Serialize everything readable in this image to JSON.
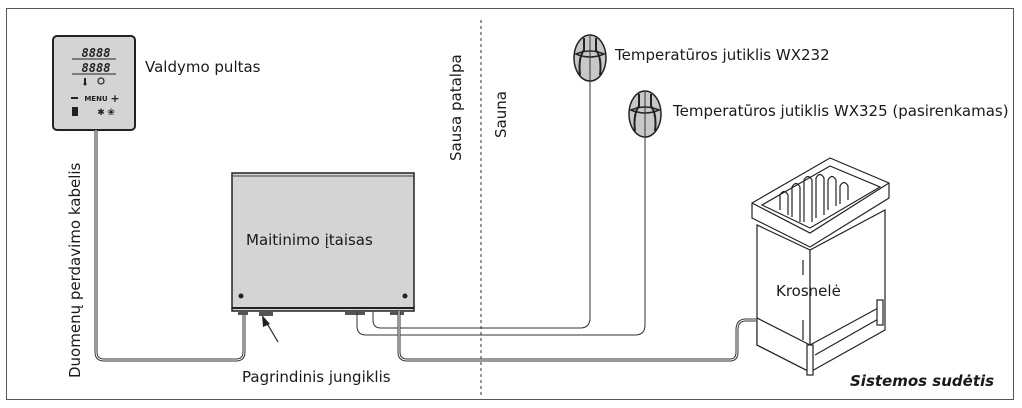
{
  "labels": {
    "control_panel": "Valdymo pultas",
    "data_cable": "Duomenų perdavimo kabelis",
    "power_unit": "Maitinimo įtaisas",
    "main_switch": "Pagrindinis jungiklis",
    "dry_room": "Sausa patalpa",
    "sauna": "Sauna",
    "sensor_1": "Temperatūros jutiklis WX232",
    "sensor_2": "Temperatūros jutiklis WX325 (pasirenkamas)",
    "heater": "Krosnelė",
    "caption": "Sistemos sudėtis"
  },
  "control_panel": {
    "display_top": "8888",
    "display_bottom": "8888",
    "menu_label": "MENU",
    "minus_symbol": "−",
    "plus_symbol": "+"
  },
  "colors": {
    "device_fill": "#d4d4d4",
    "outline": "#222222"
  }
}
